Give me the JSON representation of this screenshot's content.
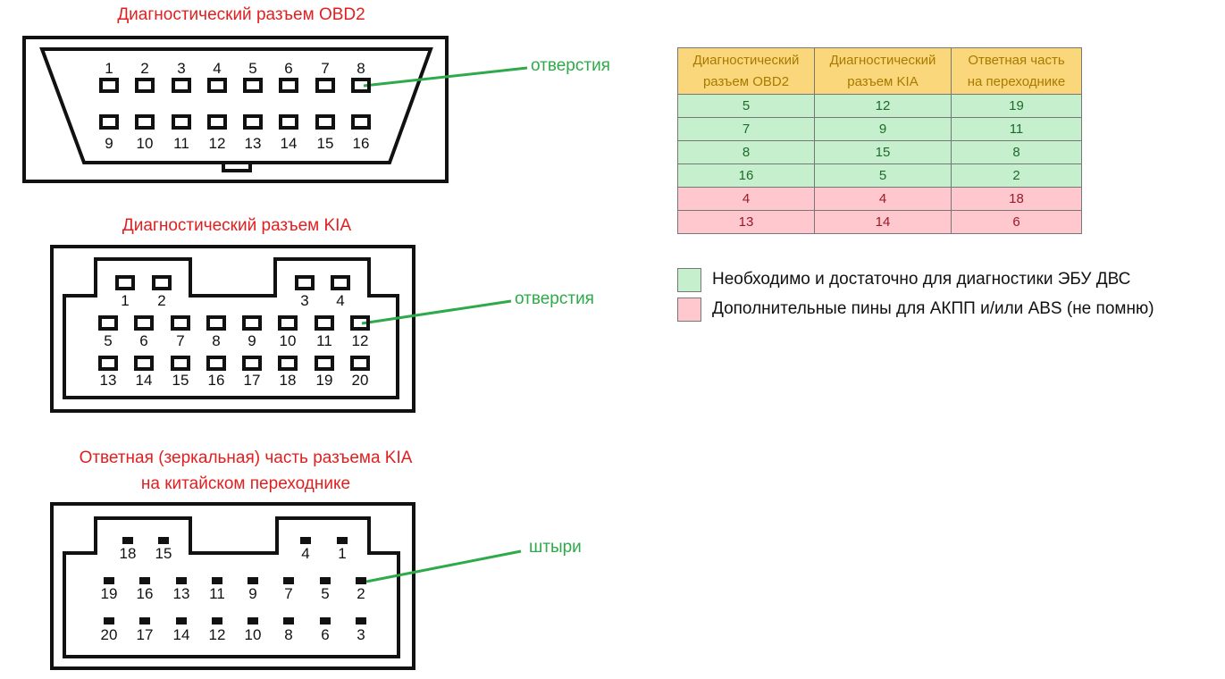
{
  "colors": {
    "title": "#e02020",
    "callout": "#2eaa4a",
    "green_fill": "#c6efce",
    "red_fill": "#ffc7ce",
    "header_fill": "#fbd77b"
  },
  "obd2": {
    "title": "Диагностический разъем OBD2",
    "callout": "отверстия",
    "top_pins": [
      "1",
      "2",
      "3",
      "4",
      "5",
      "6",
      "7",
      "8"
    ],
    "bottom_pins": [
      "9",
      "10",
      "11",
      "12",
      "13",
      "14",
      "15",
      "16"
    ]
  },
  "kia": {
    "title": "Диагностический разъем KIA",
    "callout": "отверстия",
    "top_left_pins": [
      "1",
      "2"
    ],
    "top_right_pins": [
      "3",
      "4"
    ],
    "middle_pins": [
      "5",
      "6",
      "7",
      "8",
      "9",
      "10",
      "11",
      "12"
    ],
    "bottom_pins": [
      "13",
      "14",
      "15",
      "16",
      "17",
      "18",
      "19",
      "20"
    ]
  },
  "mirror": {
    "title_line1": "Ответная (зеркальная) часть разъема KIA",
    "title_line2": "на китайском переходнике",
    "callout": "штыри",
    "top_left_pins": [
      "18",
      "15"
    ],
    "top_right_pins": [
      "4",
      "1"
    ],
    "middle_pins": [
      "19",
      "16",
      "13",
      "11",
      "9",
      "7",
      "5",
      "2"
    ],
    "bottom_pins": [
      "20",
      "17",
      "14",
      "12",
      "10",
      "8",
      "6",
      "3"
    ]
  },
  "table": {
    "headers": [
      [
        "Диагностический",
        "разъем OBD2"
      ],
      [
        "Диагностический",
        "разъем KIA"
      ],
      [
        "Ответная часть",
        "на переходнике"
      ]
    ],
    "rows": [
      {
        "cells": [
          "5",
          "12",
          "19"
        ],
        "group": "green"
      },
      {
        "cells": [
          "7",
          "9",
          "11"
        ],
        "group": "green"
      },
      {
        "cells": [
          "8",
          "15",
          "8"
        ],
        "group": "green"
      },
      {
        "cells": [
          "16",
          "5",
          "2"
        ],
        "group": "green"
      },
      {
        "cells": [
          "4",
          "4",
          "18"
        ],
        "group": "red"
      },
      {
        "cells": [
          "13",
          "14",
          "6"
        ],
        "group": "red"
      }
    ]
  },
  "legend": [
    {
      "text": "Необходимо и достаточно для диагностики ЭБУ ДВС",
      "group": "green"
    },
    {
      "text": "Дополнительные пины для АКПП и/или ABS (не помню)",
      "group": "red"
    }
  ]
}
